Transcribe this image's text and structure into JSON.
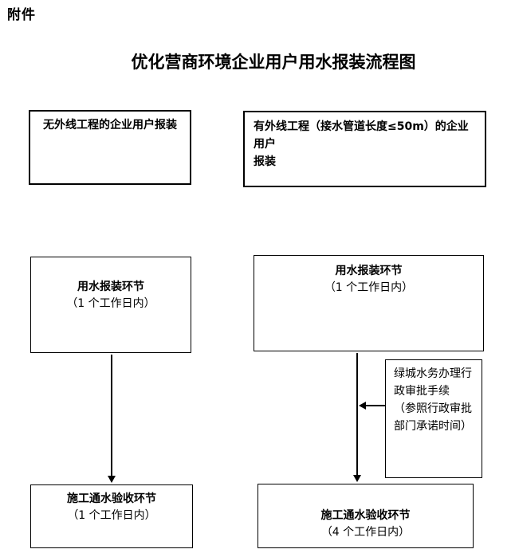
{
  "page": {
    "attachment_label": "附件",
    "title": "优化营商环境企业用户用水报装流程图"
  },
  "colors": {
    "line": "#000000",
    "text": "#000000",
    "background": "#ffffff"
  },
  "flow": {
    "left": {
      "start": {
        "text": "无外线工程的企业用户报装"
      },
      "apply": {
        "title": "用水报装环节",
        "duration": "（1 个工作日内）"
      },
      "accept": {
        "title": "施工通水验收环节",
        "duration": "（1 个工作日内）"
      }
    },
    "right": {
      "start": {
        "lines": [
          "有外线工程（接水管道长度≤50m）的企业用户",
          "报装"
        ]
      },
      "apply": {
        "title": "用水报装环节",
        "duration": "（1 个工作日内）"
      },
      "approval": {
        "lines": [
          "绿城水务办理行",
          "政审批手续",
          "（参照行政审批",
          "部门承诺时间）"
        ]
      },
      "accept": {
        "title": "施工通水验收环节",
        "duration": "（4 个工作日内）"
      }
    }
  }
}
